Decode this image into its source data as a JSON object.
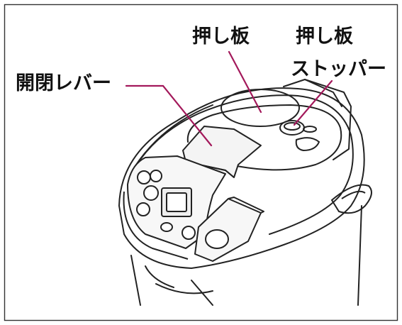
{
  "labels": {
    "lever": "開閉レバー",
    "plate": "押し板",
    "stopper_line1": "押し板",
    "stopper_line2": "ストッパー"
  },
  "colors": {
    "leader": "#a3195b",
    "outline": "#222222",
    "panel_fill": "#f2f2f2"
  }
}
